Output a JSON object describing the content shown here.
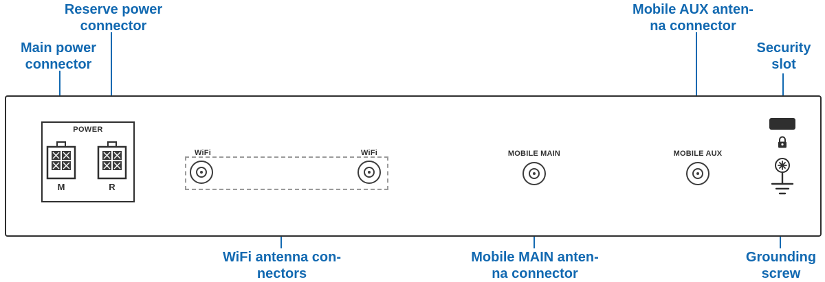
{
  "colors": {
    "accent": "#1269b1",
    "outline": "#2f2f2f"
  },
  "callouts": {
    "main_power": "Main power\nconnector",
    "reserve_power": "Reserve power\nconnector",
    "mobile_aux": "Mobile AUX anten-\nna connector",
    "security_slot": "Security\nslot",
    "wifi": "WiFi antenna con-\nnectors",
    "mobile_main": "Mobile MAIN anten-\nna connector",
    "grounding": "Grounding\nscrew"
  },
  "panel": {
    "power_label": "POWER",
    "power_m": "M",
    "power_r": "R",
    "wifi_left": "WiFi",
    "wifi_right": "WiFi",
    "mobile_main": "MOBILE MAIN",
    "mobile_aux": "MOBILE AUX"
  }
}
